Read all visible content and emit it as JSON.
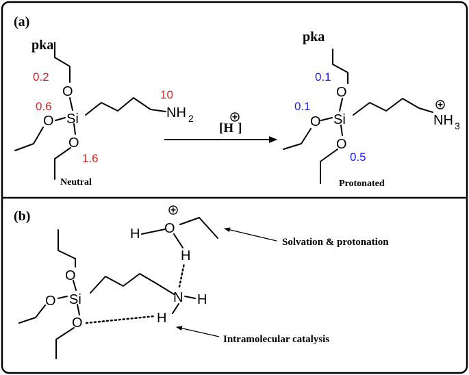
{
  "colors": {
    "red": "#e02020",
    "blue": "#1a1aff",
    "frame": "#000000"
  },
  "panel_a": {
    "tag": "(a)",
    "neutral": {
      "pka_label": "pka",
      "pka_o_top": "0.2",
      "pka_o_left": "0.6",
      "pka_o_bottom": "1.6",
      "pka_n": "10",
      "si": "Si",
      "o": "O",
      "nh": "NH",
      "sub2": "2",
      "caption": "Neutral"
    },
    "arrow": {
      "bracket_open": "[H",
      "bracket_close": "]",
      "plus": "+"
    },
    "protonated": {
      "pka_label": "pka",
      "pka_o_top": "0.1",
      "pka_o_left": "0.1",
      "pka_o_bottom": "0.5",
      "si": "Si",
      "o": "O",
      "nh": "NH",
      "sub3": "3",
      "plus": "+",
      "caption": "Protonated"
    }
  },
  "panel_b": {
    "tag": "(b)",
    "si": "Si",
    "o": "O",
    "n": "N",
    "h": "H",
    "plus": "+",
    "annot_top": "Solvation & protonation",
    "annot_bottom": "Intramolecular catalysis"
  }
}
